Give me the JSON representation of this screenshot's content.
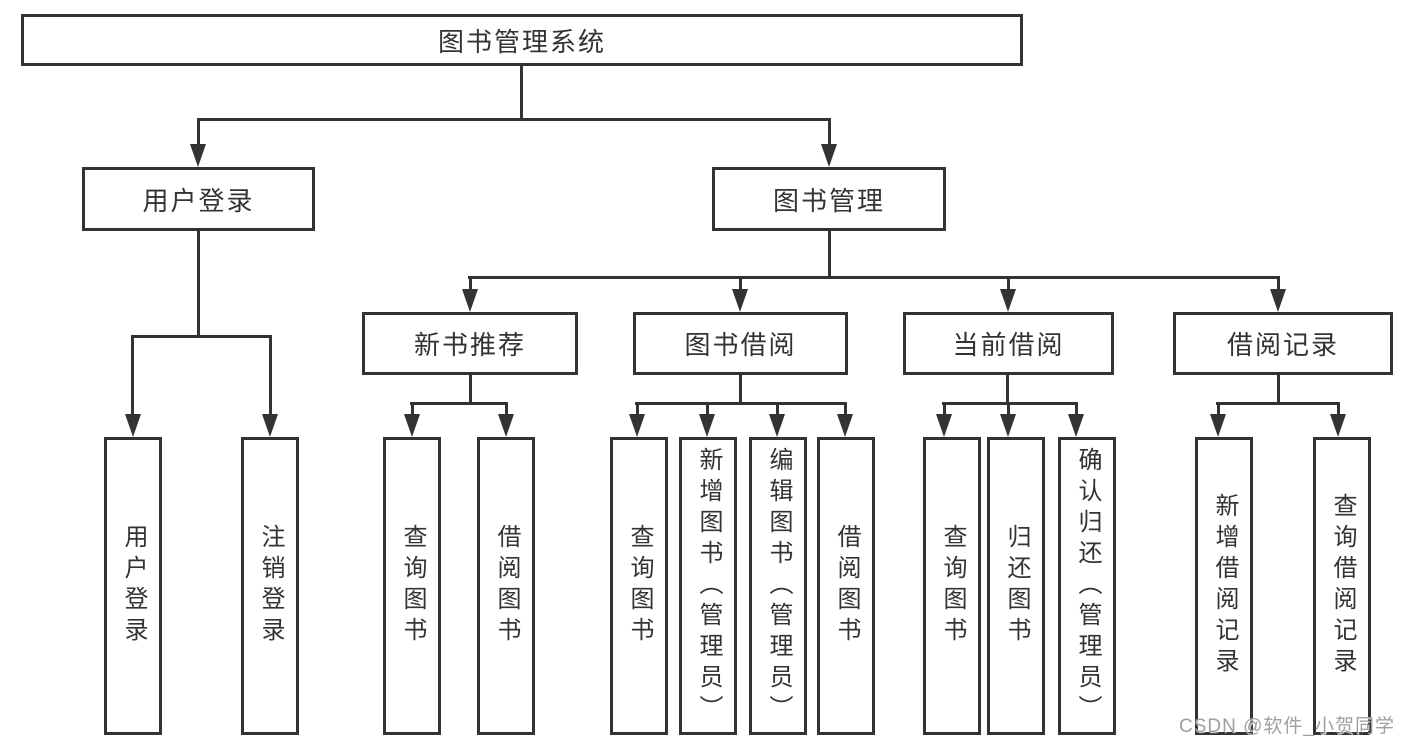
{
  "diagram": {
    "title": "图书管理系统",
    "level1": {
      "user_login": "用户登录",
      "book_mgmt": "图书管理"
    },
    "level2": {
      "new_book_rec": "新书推荐",
      "book_borrow": "图书借阅",
      "current_borrow": "当前借阅",
      "borrow_records": "借阅记录"
    },
    "leaves": {
      "user_login_leaf": "用户登录",
      "logout": "注销登录",
      "rec_query_books": "查询图书",
      "rec_borrow_books": "借阅图书",
      "bb_query_books": "查询图书",
      "bb_add_books": "新增图书（管理员）",
      "bb_edit_books": "编辑图书（管理员）",
      "bb_borrow_books": "借阅图书",
      "cb_query_books": "查询图书",
      "cb_return_books": "归还图书",
      "cb_confirm_return": "确认归还（管理员）",
      "br_add_record": "新增借阅记录",
      "br_query_record": "查询借阅记录"
    }
  },
  "watermark": "CSDN @软件_小贺同学",
  "colors": {
    "line": "#333333",
    "text": "#333333",
    "watermark_gray": "#9f9f9f",
    "background": "#ffffff"
  }
}
